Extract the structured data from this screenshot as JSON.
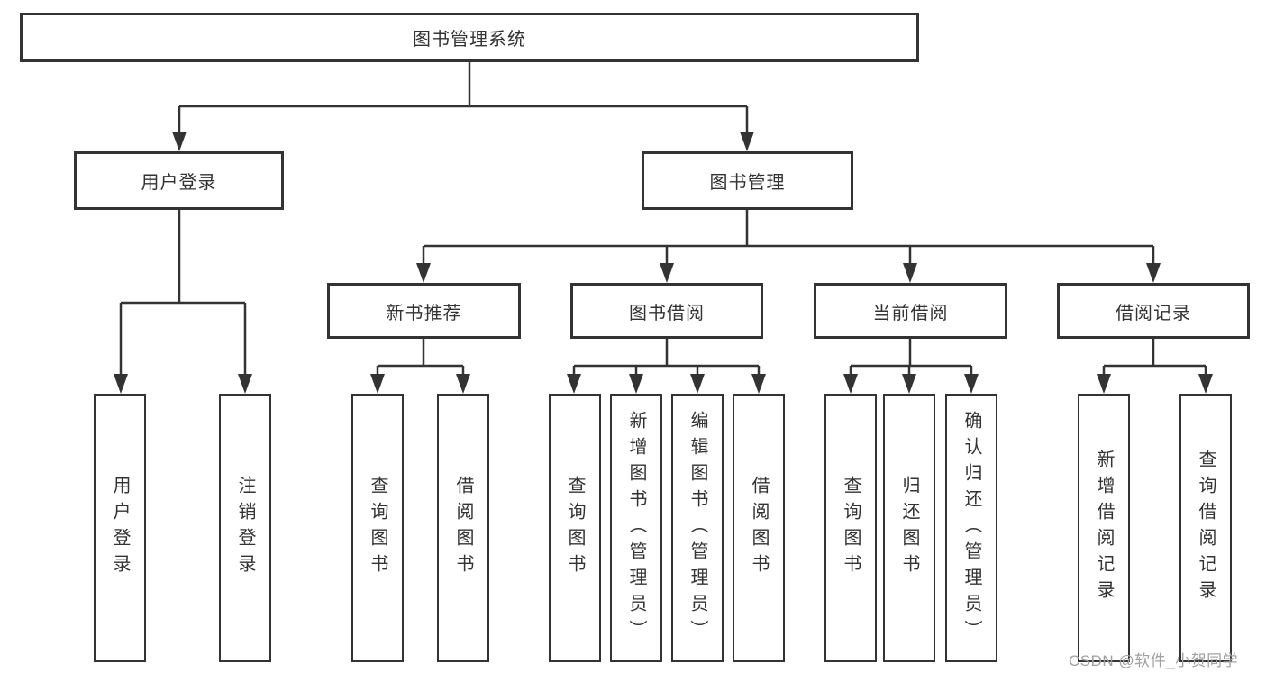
{
  "diagram": {
    "root": {
      "label": "图书管理系统"
    },
    "level2": [
      {
        "label": "用户登录"
      },
      {
        "label": "图书管理"
      }
    ],
    "level3": [
      {
        "label": "新书推荐"
      },
      {
        "label": "图书借阅"
      },
      {
        "label": "当前借阅"
      },
      {
        "label": "借阅记录"
      }
    ],
    "level4": {
      "user_login_children": [
        "用户登录",
        "注销登录"
      ],
      "new_book_children": [
        "查询图书",
        "借阅图书"
      ],
      "book_borrow_children": [
        "查询图书",
        "新增图书（管理员）",
        "编辑图书（管理员）",
        "借阅图书"
      ],
      "current_borrow_children": [
        "查询图书",
        "归还图书",
        "确认归还（管理员）"
      ],
      "borrow_record_children": [
        "新增借阅记录",
        "查询借阅记录"
      ]
    },
    "line_color": "#333333"
  },
  "watermark": {
    "text": "CSDN @软件_小贺同学",
    "color": "#a0a0a0"
  }
}
